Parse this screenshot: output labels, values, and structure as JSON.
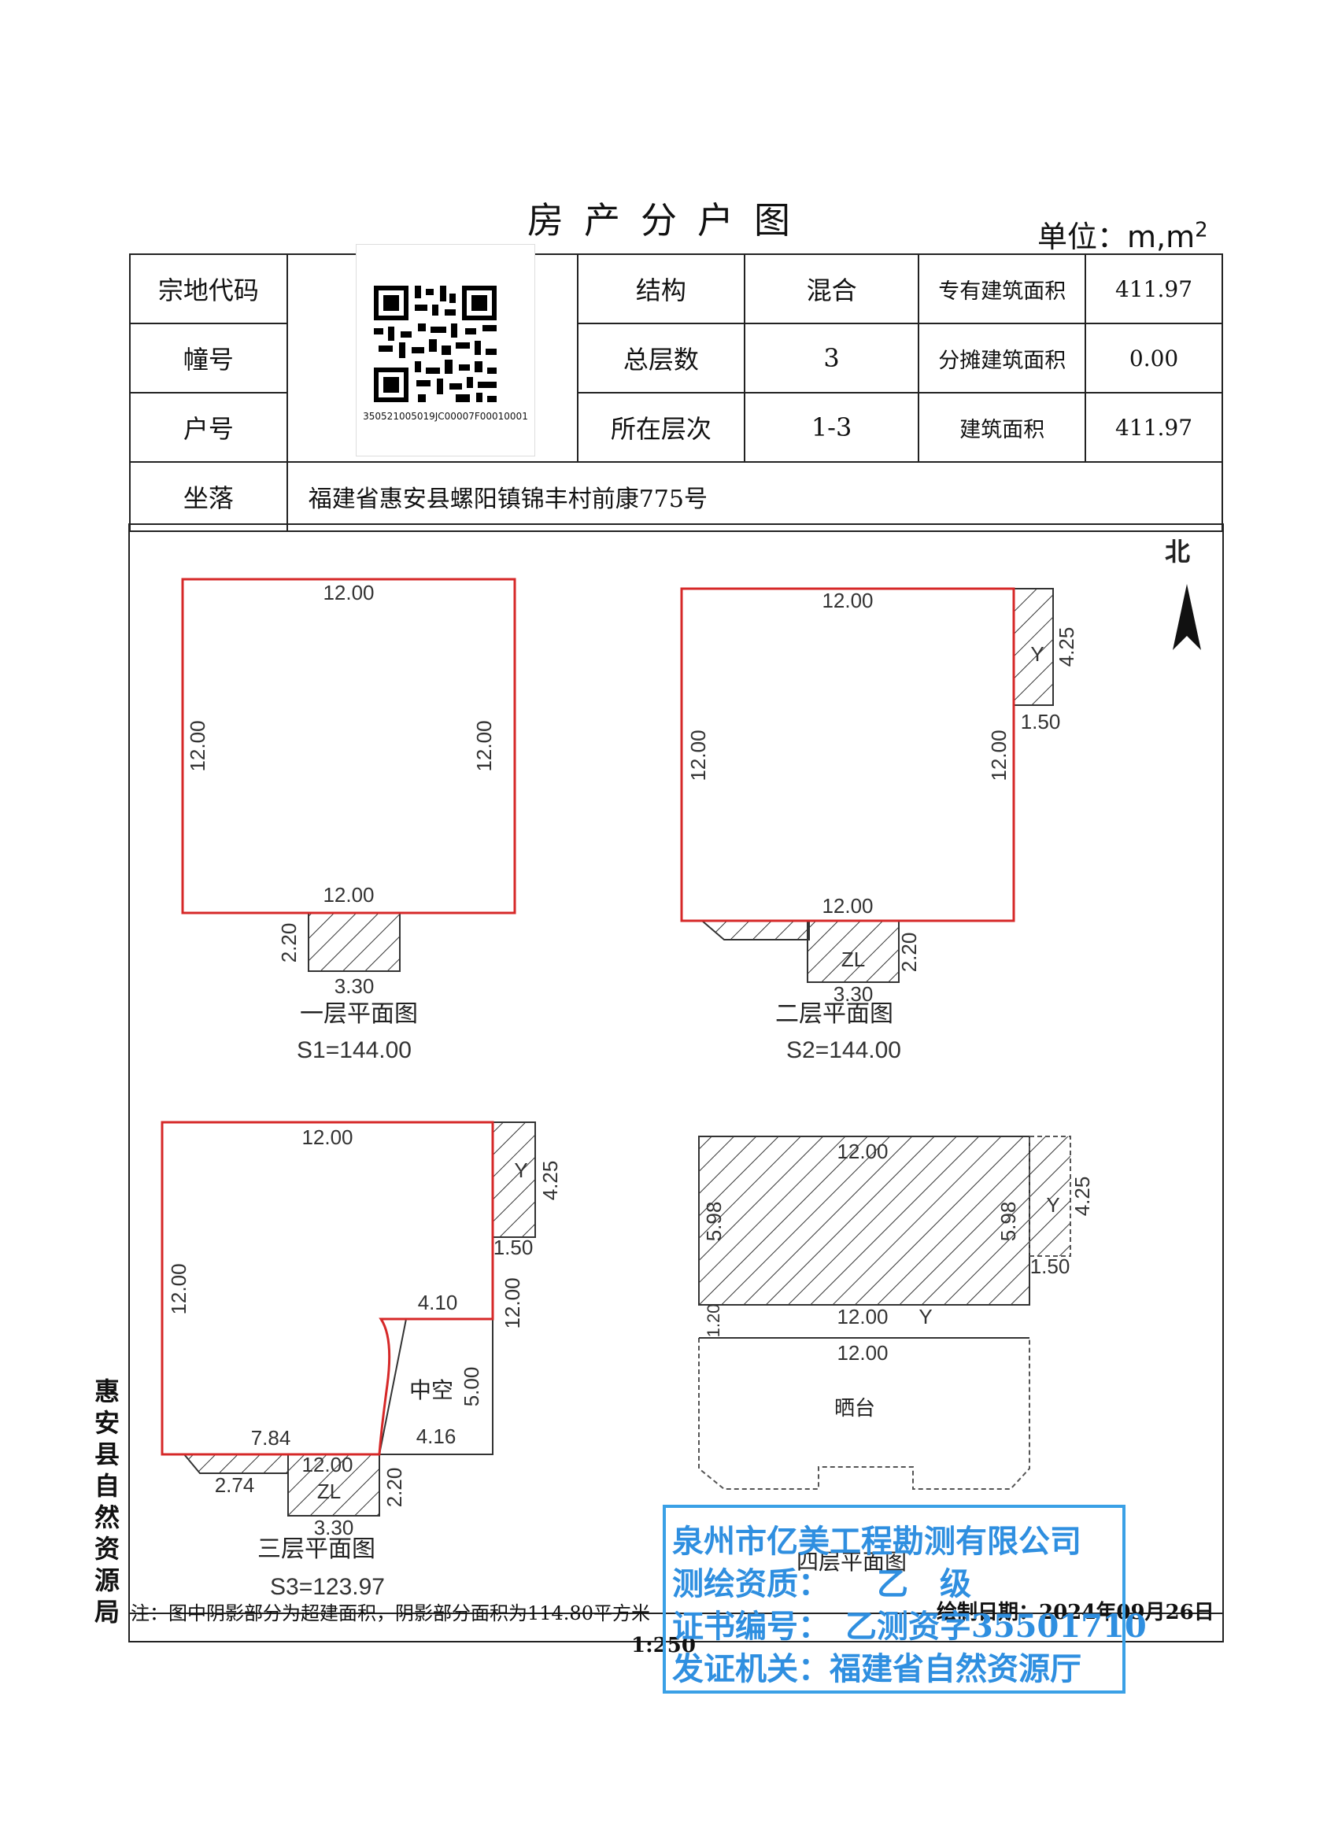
{
  "header": {
    "title": "房产分户图",
    "unit": "单位：m,m",
    "unit_sup": "2"
  },
  "info": {
    "labels": {
      "parcel_code": "宗地代码",
      "building_no": "幢号",
      "unit_no": "户号",
      "location": "坐落",
      "structure": "结构",
      "total_floors": "总层数",
      "floor_range": "所在层次",
      "exclusive_area": "专有建筑面积",
      "shared_area": "分摊建筑面积",
      "building_area": "建筑面积"
    },
    "values": {
      "structure": "混合",
      "total_floors": "3",
      "floor_range": "1-3",
      "exclusive_area": "411.97",
      "shared_area": "0.00",
      "building_area": "411.97",
      "location": "福建省惠安县螺阳镇锦丰村前康775号"
    },
    "qr_code_text": "350521005019JC00007F00010001"
  },
  "north_label": "北",
  "plans": {
    "f1": {
      "caption": "一层平面图",
      "area": "S1=144.00",
      "dims": [
        "12.00",
        "12.00",
        "12.00",
        "12.00",
        "2.20",
        "3.30"
      ]
    },
    "f2": {
      "caption": "二层平面图",
      "area": "S2=144.00",
      "dims": [
        "12.00",
        "12.00",
        "12.00",
        "12.00",
        "4.25",
        "1.50",
        "2.20",
        "3.30"
      ],
      "tags": [
        "Y",
        "ZL"
      ]
    },
    "f3": {
      "caption": "三层平面图",
      "area": "S3=123.97",
      "dims": [
        "12.00",
        "12.00",
        "12.00",
        "4.25",
        "1.50",
        "4.10",
        "5.00",
        "4.16",
        "7.84",
        "2.74",
        "12.00",
        "2.20",
        "3.30"
      ],
      "tags": [
        "Y",
        "中空",
        "ZL"
      ]
    },
    "f4": {
      "caption": "四层平面图",
      "dims": [
        "12.00",
        "5.98",
        "5.98",
        "4.25",
        "1.50",
        "1.20",
        "12.00",
        "12.00"
      ],
      "tags": [
        "Y",
        "Y",
        "晒台"
      ]
    }
  },
  "sidebar": [
    "惠",
    "安",
    "县",
    "自",
    "然",
    "资",
    "源",
    "局"
  ],
  "footer": {
    "note": "注：图中阴影部分为超建面积，阴影部分面积为114.80平方米",
    "date": "绘制日期：2024年09月26日",
    "scale": "1:250"
  },
  "stamp": {
    "line1": "泉州市亿美工程勘测有限公司",
    "line2": "测绘资质：　　乙　级",
    "line3": "证书编号：　乙测资字35501710",
    "line4": "发证机关：福建省自然资源厅",
    "color": "#2f8fe0"
  },
  "colors": {
    "wall": "#d62828",
    "line": "#333333"
  }
}
